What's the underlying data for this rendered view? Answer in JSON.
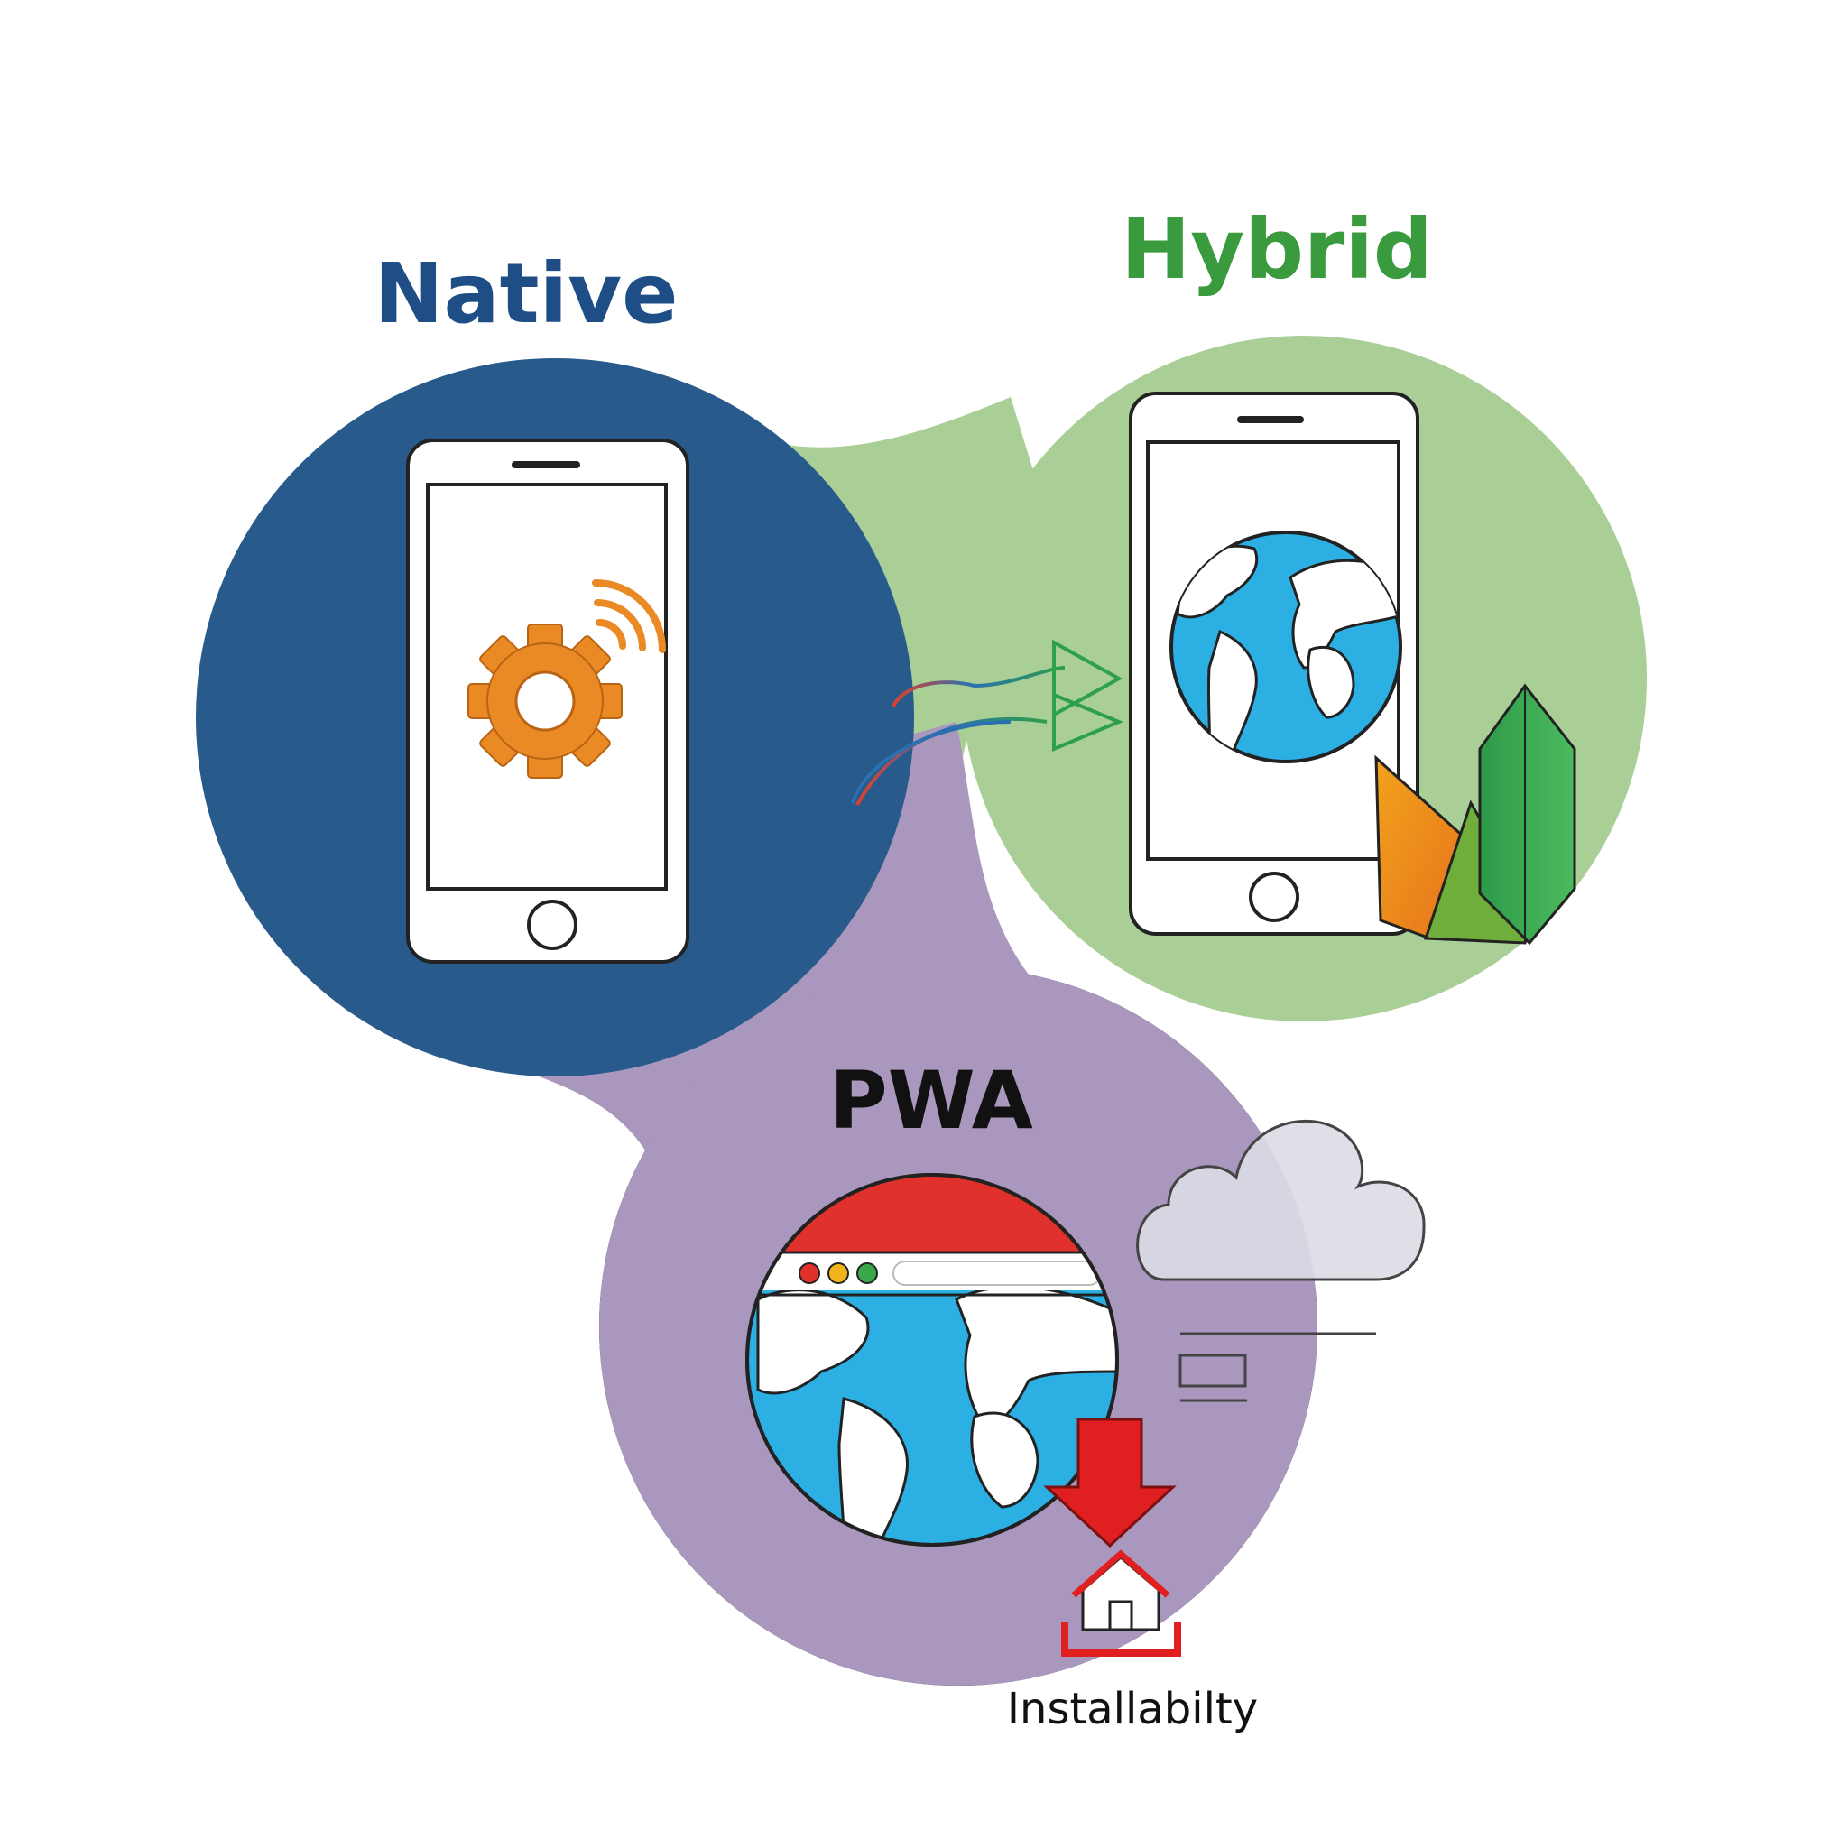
{
  "labels": {
    "native": "Native",
    "hybrid": "Hybrid",
    "pwa": "PWA",
    "installability": "Installabilty"
  },
  "colors": {
    "native_circle": "#285a8c",
    "native_label": "#1e4e85",
    "hybrid_circle": "#a9cf97",
    "hybrid_label": "#3a9a3e",
    "pwa_circle": "#a997bd",
    "pwa_label": "#111111",
    "gear": "#ea8a24",
    "globe_ocean": "#2cb0e4",
    "browser_bar": "#e0312d",
    "download_arrow": "#e02020",
    "cloud": "#dcdce4"
  },
  "icons": {
    "native": [
      "smartphone-icon",
      "gear-icon",
      "wifi-signal-icon"
    ],
    "hybrid": [
      "smartphone-icon",
      "globe-icon",
      "crystal-shapes-icon"
    ],
    "pwa": [
      "browser-globe-icon",
      "cloud-icon",
      "download-arrow-icon",
      "home-install-icon"
    ]
  }
}
